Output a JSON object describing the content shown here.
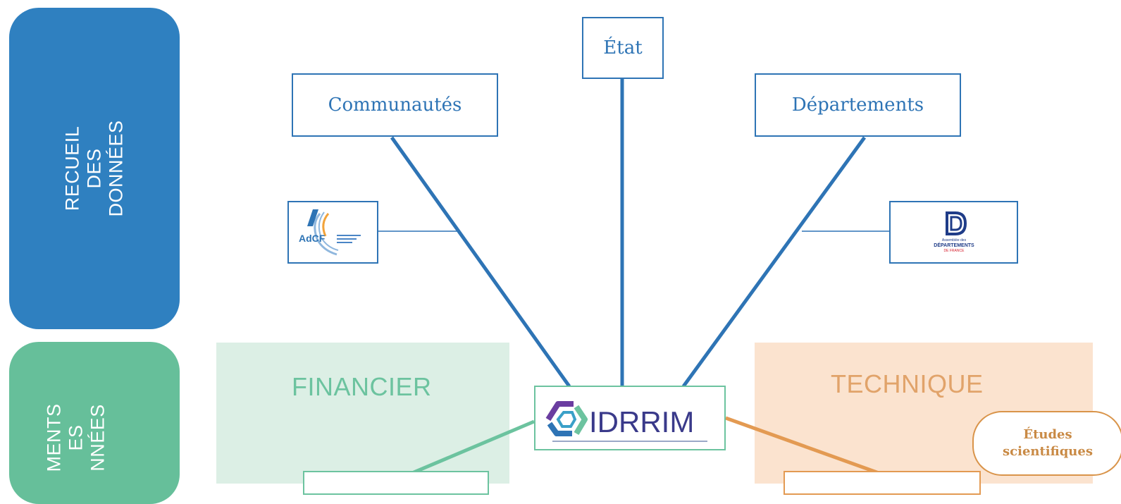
{
  "colors": {
    "blue": "#2e74b5",
    "blue_block": "#2f80c0",
    "green_block": "#66bf9a",
    "green_panel": "#dcefe5",
    "green_text": "#6cc39f",
    "orange_panel": "#fbe3cf",
    "orange_text": "#e1a36a",
    "orange_line": "#e39a52",
    "green_line": "#6cc39f"
  },
  "side_blocks": {
    "top": {
      "text": "RECUEIL\nDES\nDONNÉES"
    },
    "bottom": {
      "text": "MENTS\nES\nNNÉES"
    }
  },
  "nodes": {
    "etat": "État",
    "communautes": "Communautés",
    "departements": "Départements"
  },
  "logos": {
    "adcf": {
      "name": "AdCF"
    },
    "departements": {
      "line1": "Assemblée des",
      "line2": "DÉPARTEMENTS",
      "line3": "DE FRANCE"
    },
    "idrrim": {
      "name": "IDRRIM"
    }
  },
  "panels": {
    "financier": "FINANCIER",
    "technique": "TECHNIQUE"
  },
  "bubble": {
    "line1": "Études",
    "line2": "scientifiques"
  }
}
